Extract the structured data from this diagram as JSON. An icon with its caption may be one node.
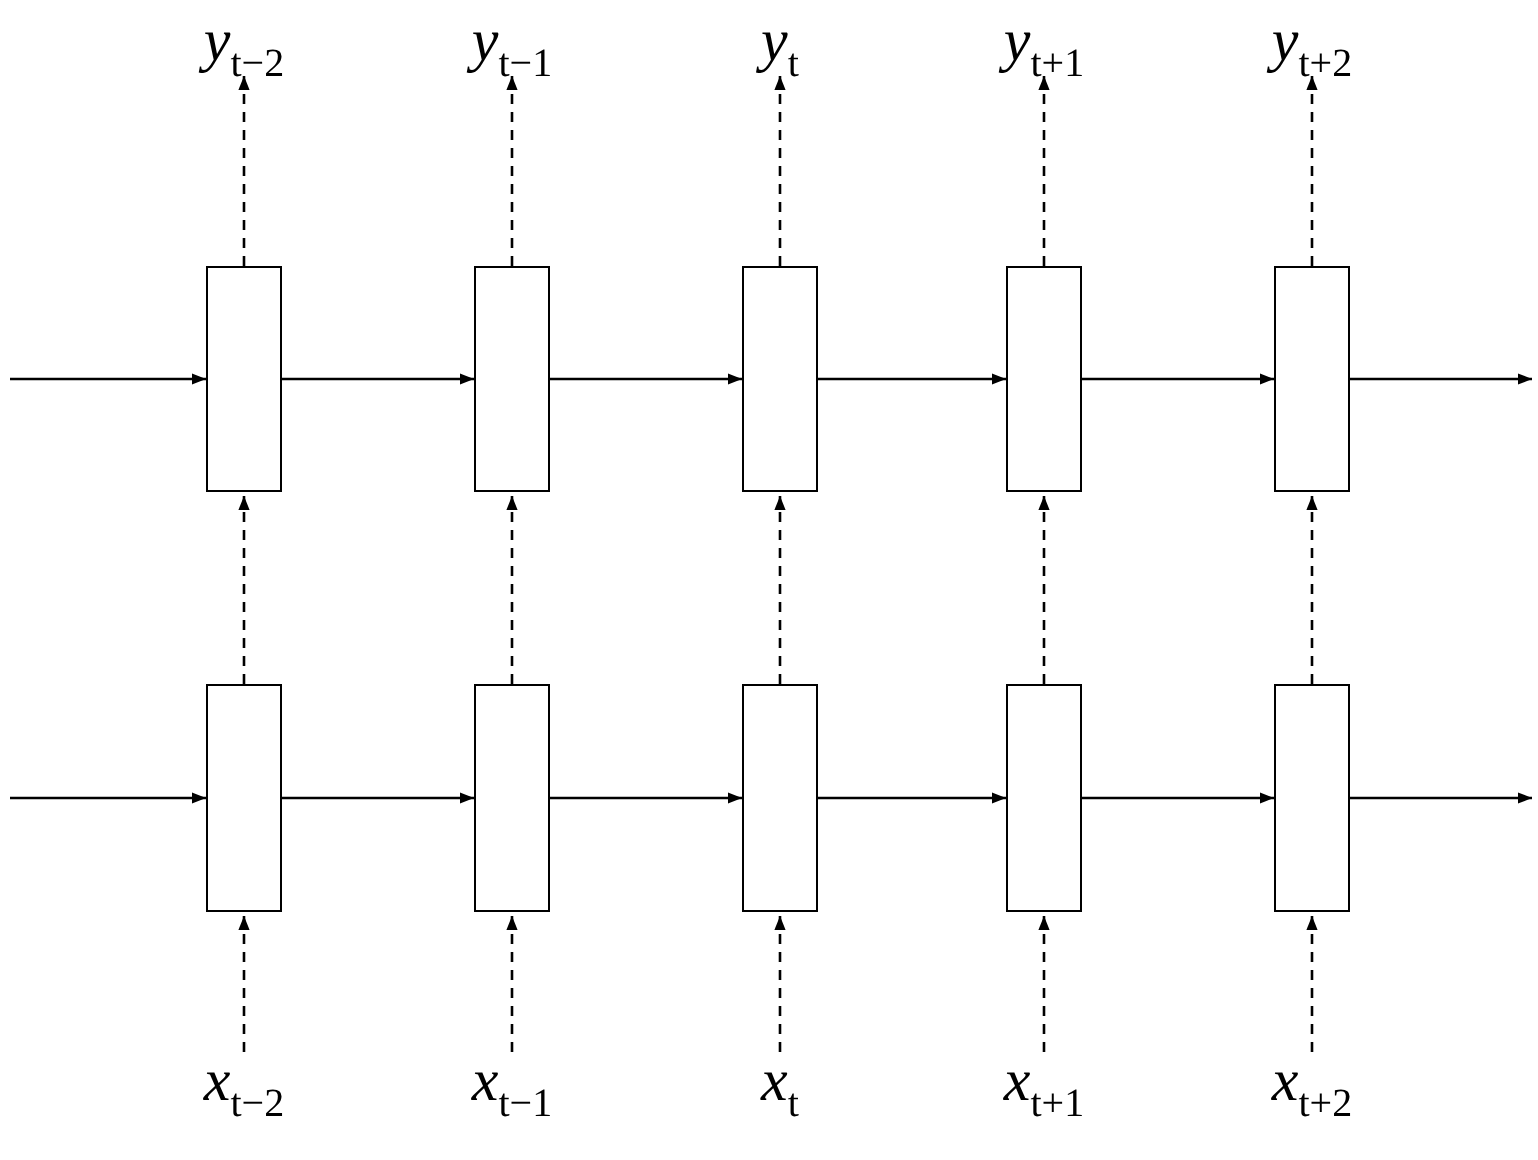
{
  "diagram": {
    "nodes": [
      {
        "text": [
          "y$_{t−2}$"
        ]
      },
      {
        "text": [
          "y$_{t−1}$"
        ]
      },
      {
        "text": [
          "y$_{t}$"
        ]
      },
      {
        "text": [
          "y$_{t+1}$"
        ]
      },
      {
        "text": [
          "y$_{t+2}$"
        ]
      },
      {
        "text": [],
        "shape": "box"
      },
      {
        "text": [],
        "shape": "box"
      },
      {
        "text": [],
        "shape": "box"
      },
      {
        "text": [],
        "shape": "box"
      },
      {
        "text": [],
        "shape": "box"
      },
      {
        "text": [],
        "shape": "box"
      },
      {
        "text": [],
        "shape": "box"
      },
      {
        "text": [],
        "shape": "box"
      },
      {
        "text": [],
        "shape": "box"
      },
      {
        "text": [],
        "shape": "box"
      },
      {
        "text": [
          "x$_{t−2}$"
        ]
      },
      {
        "text": [
          "x$_{t−1}$"
        ]
      },
      {
        "text": [
          "x$_{t}$"
        ]
      },
      {
        "text": [
          "x$_{t+1}$"
        ]
      },
      {
        "text": [
          "x$_{t+2}$"
        ]
      }
    ],
    "edges": [
      {
        "from": 5,
        "to": 0,
        "arrow": "to",
        "style": "dashed"
      },
      {
        "from": 6,
        "to": 1,
        "arrow": "to",
        "style": "dashed"
      },
      {
        "from": 7,
        "to": 2,
        "arrow": "to",
        "style": "dashed"
      },
      {
        "from": 8,
        "to": 3,
        "arrow": "to",
        "style": "dashed"
      },
      {
        "from": 9,
        "to": 4,
        "arrow": "to",
        "style": "dashed"
      },
      {
        "from": null,
        "to": 5,
        "arrow": "to"
      },
      {
        "from": 5,
        "to": 6,
        "arrow": "to"
      },
      {
        "from": 6,
        "to": 7,
        "arrow": "to"
      },
      {
        "from": 7,
        "to": 8,
        "arrow": "to"
      },
      {
        "from": 8,
        "to": 9,
        "arrow": "to"
      },
      {
        "from": 9,
        "to": null,
        "arrow": "to"
      },
      {
        "from": 10,
        "to": 5,
        "arrow": "to",
        "style": "dashed"
      },
      {
        "from": 11,
        "to": 6,
        "arrow": "to",
        "style": "dashed"
      },
      {
        "from": 12,
        "to": 7,
        "arrow": "to",
        "style": "dashed"
      },
      {
        "from": 13,
        "to": 8,
        "arrow": "to",
        "style": "dashed"
      },
      {
        "from": 14,
        "to": 9,
        "arrow": "to",
        "style": "dashed"
      },
      {
        "from": null,
        "to": 10,
        "arrow": "to"
      },
      {
        "from": 10,
        "to": 11,
        "arrow": "to"
      },
      {
        "from": 11,
        "to": 12,
        "arrow": "to"
      },
      {
        "from": 12,
        "to": 13,
        "arrow": "to"
      },
      {
        "from": 13,
        "to": 14,
        "arrow": "to"
      },
      {
        "from": 14,
        "to": null,
        "arrow": "to"
      },
      {
        "from": 15,
        "to": 10,
        "arrow": "to",
        "style": "dashed"
      },
      {
        "from": 16,
        "to": 11,
        "arrow": "to",
        "style": "dashed"
      },
      {
        "from": 17,
        "to": 12,
        "arrow": "to",
        "style": "dashed"
      },
      {
        "from": 18,
        "to": 13,
        "arrow": "to",
        "style": "dashed"
      },
      {
        "from": 19,
        "to": 14,
        "arrow": "to",
        "style": "dashed"
      }
    ]
  }
}
